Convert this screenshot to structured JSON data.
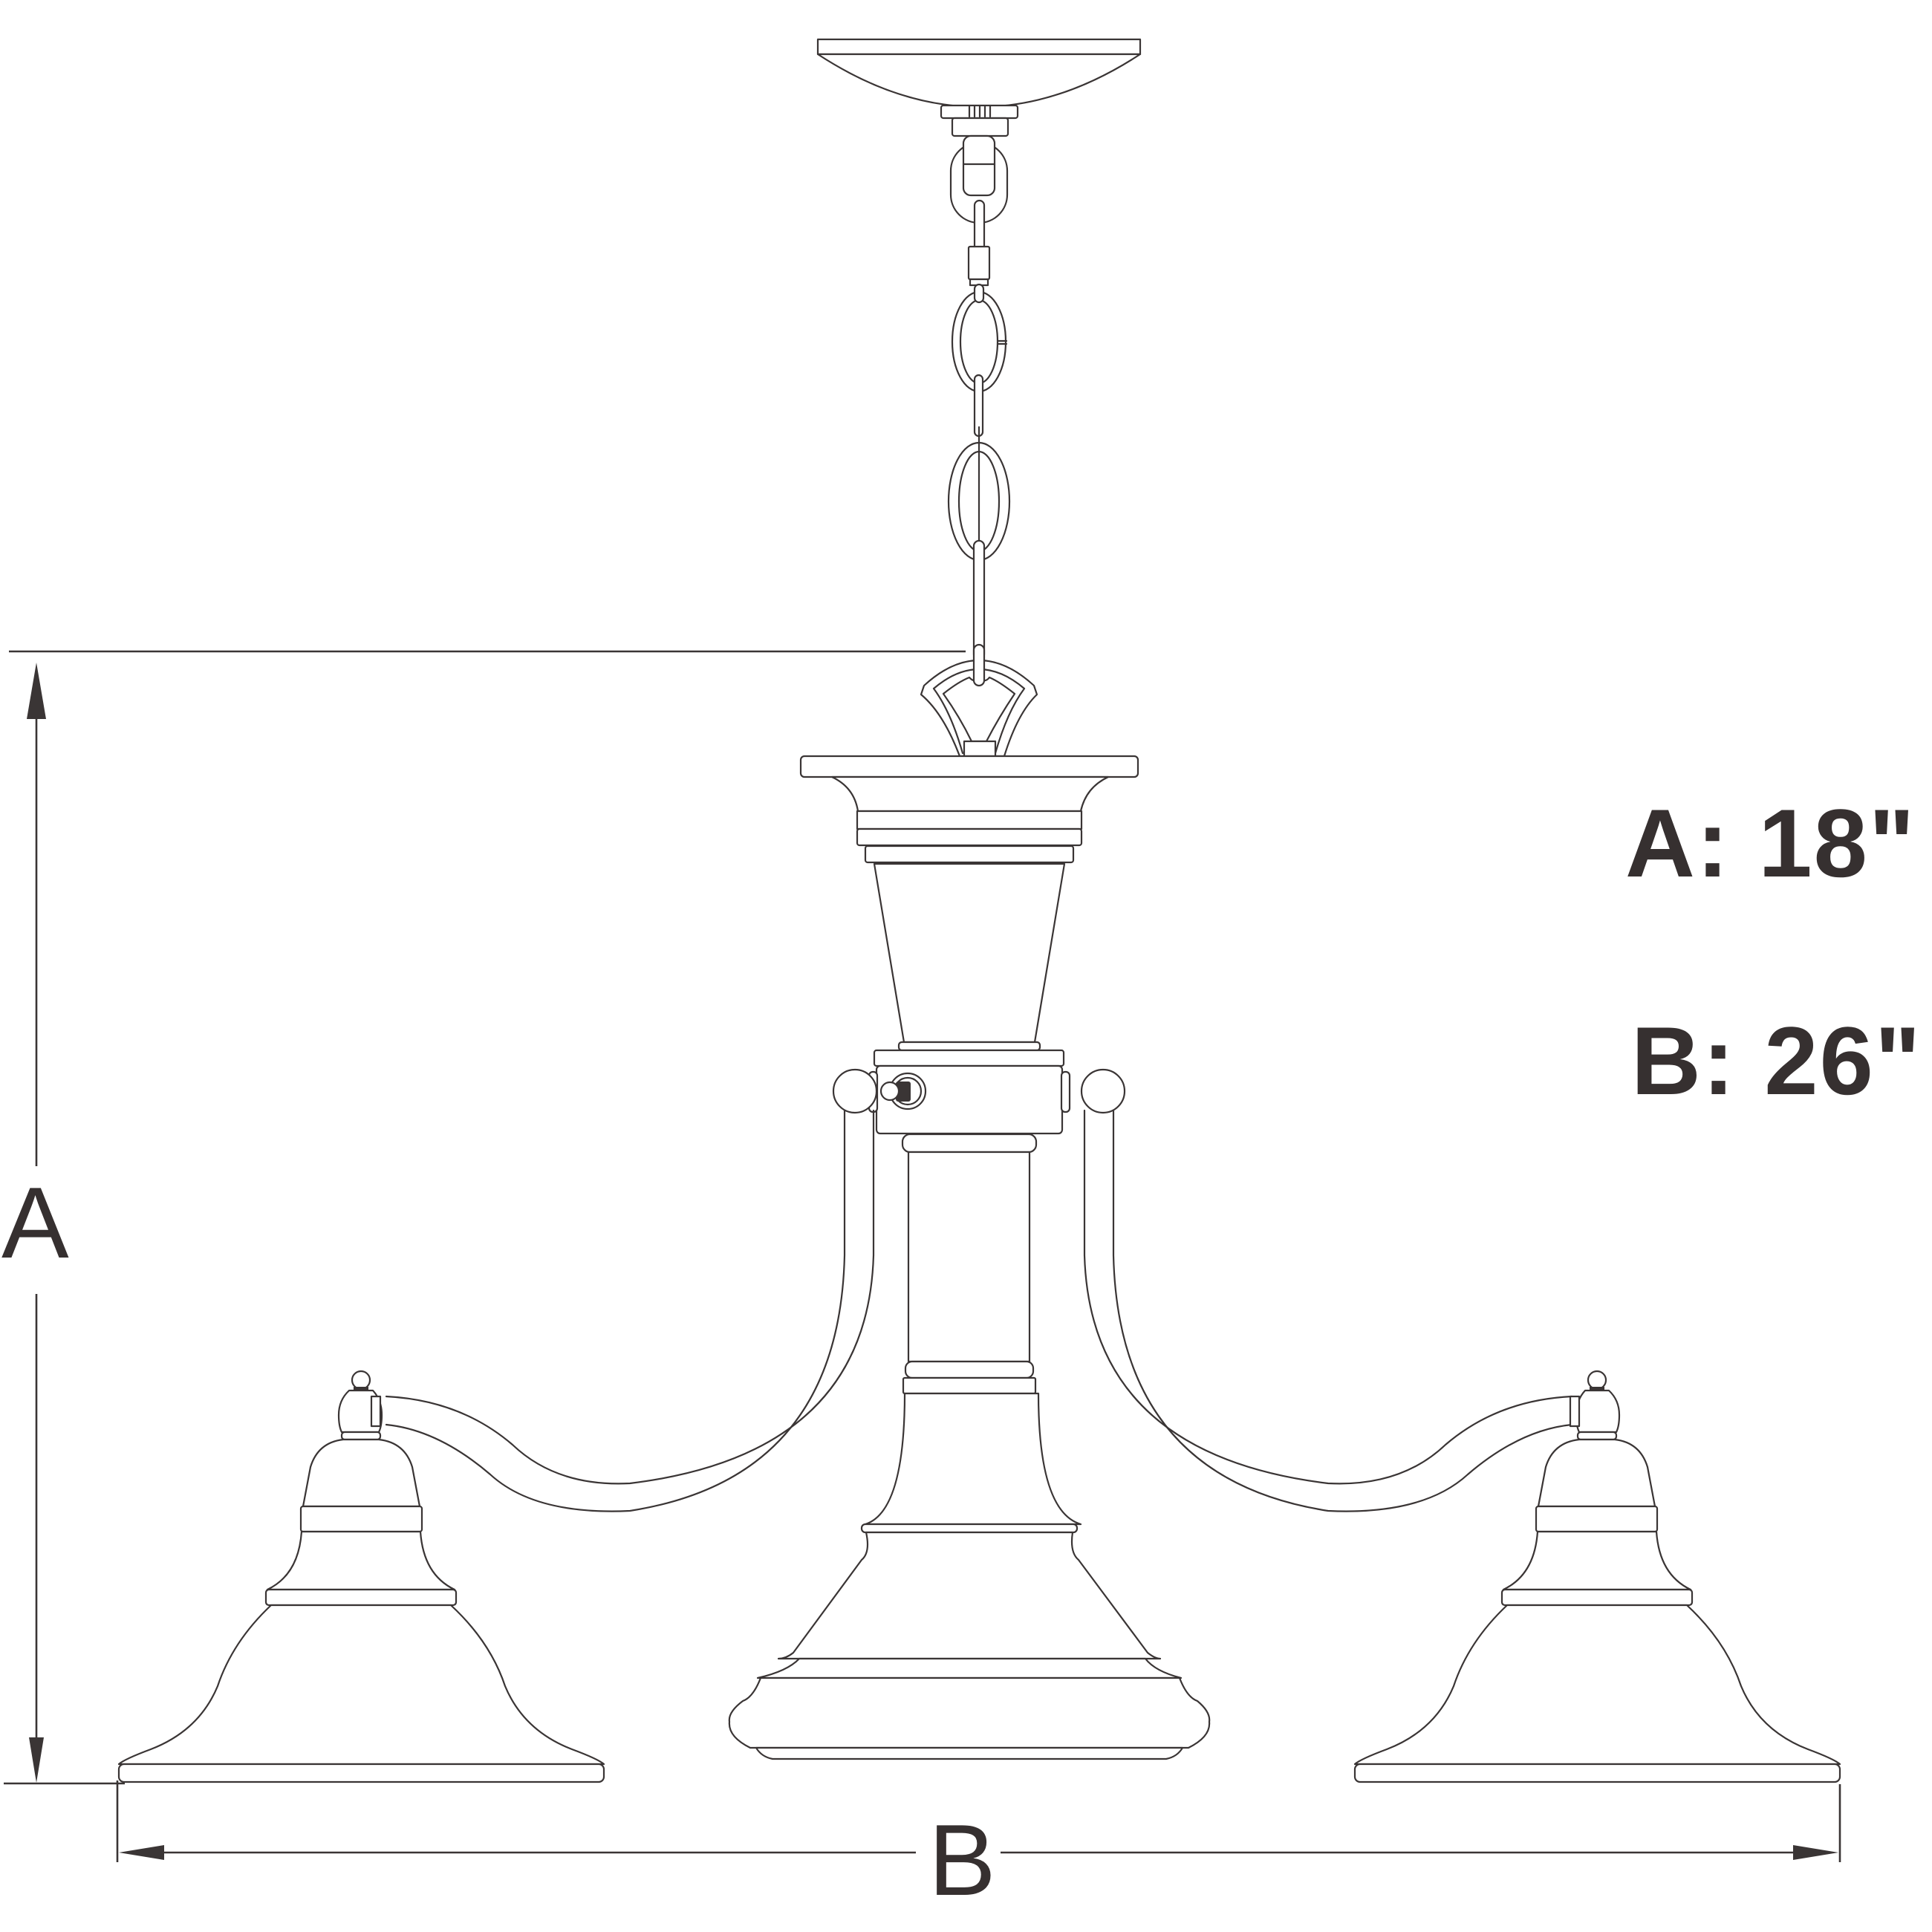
{
  "figure": {
    "subject": "three-light chandelier dimension drawing",
    "line_color": "#3a3535",
    "text_color": "#363030",
    "background": "#ffffff"
  },
  "dimension_labels": {
    "height_letter": "A",
    "width_letter": "B"
  },
  "specs": [
    {
      "key": "A",
      "label": "A: 18\"",
      "value": "18\""
    },
    {
      "key": "B",
      "label": "B: 26\"",
      "value": "26\""
    }
  ]
}
